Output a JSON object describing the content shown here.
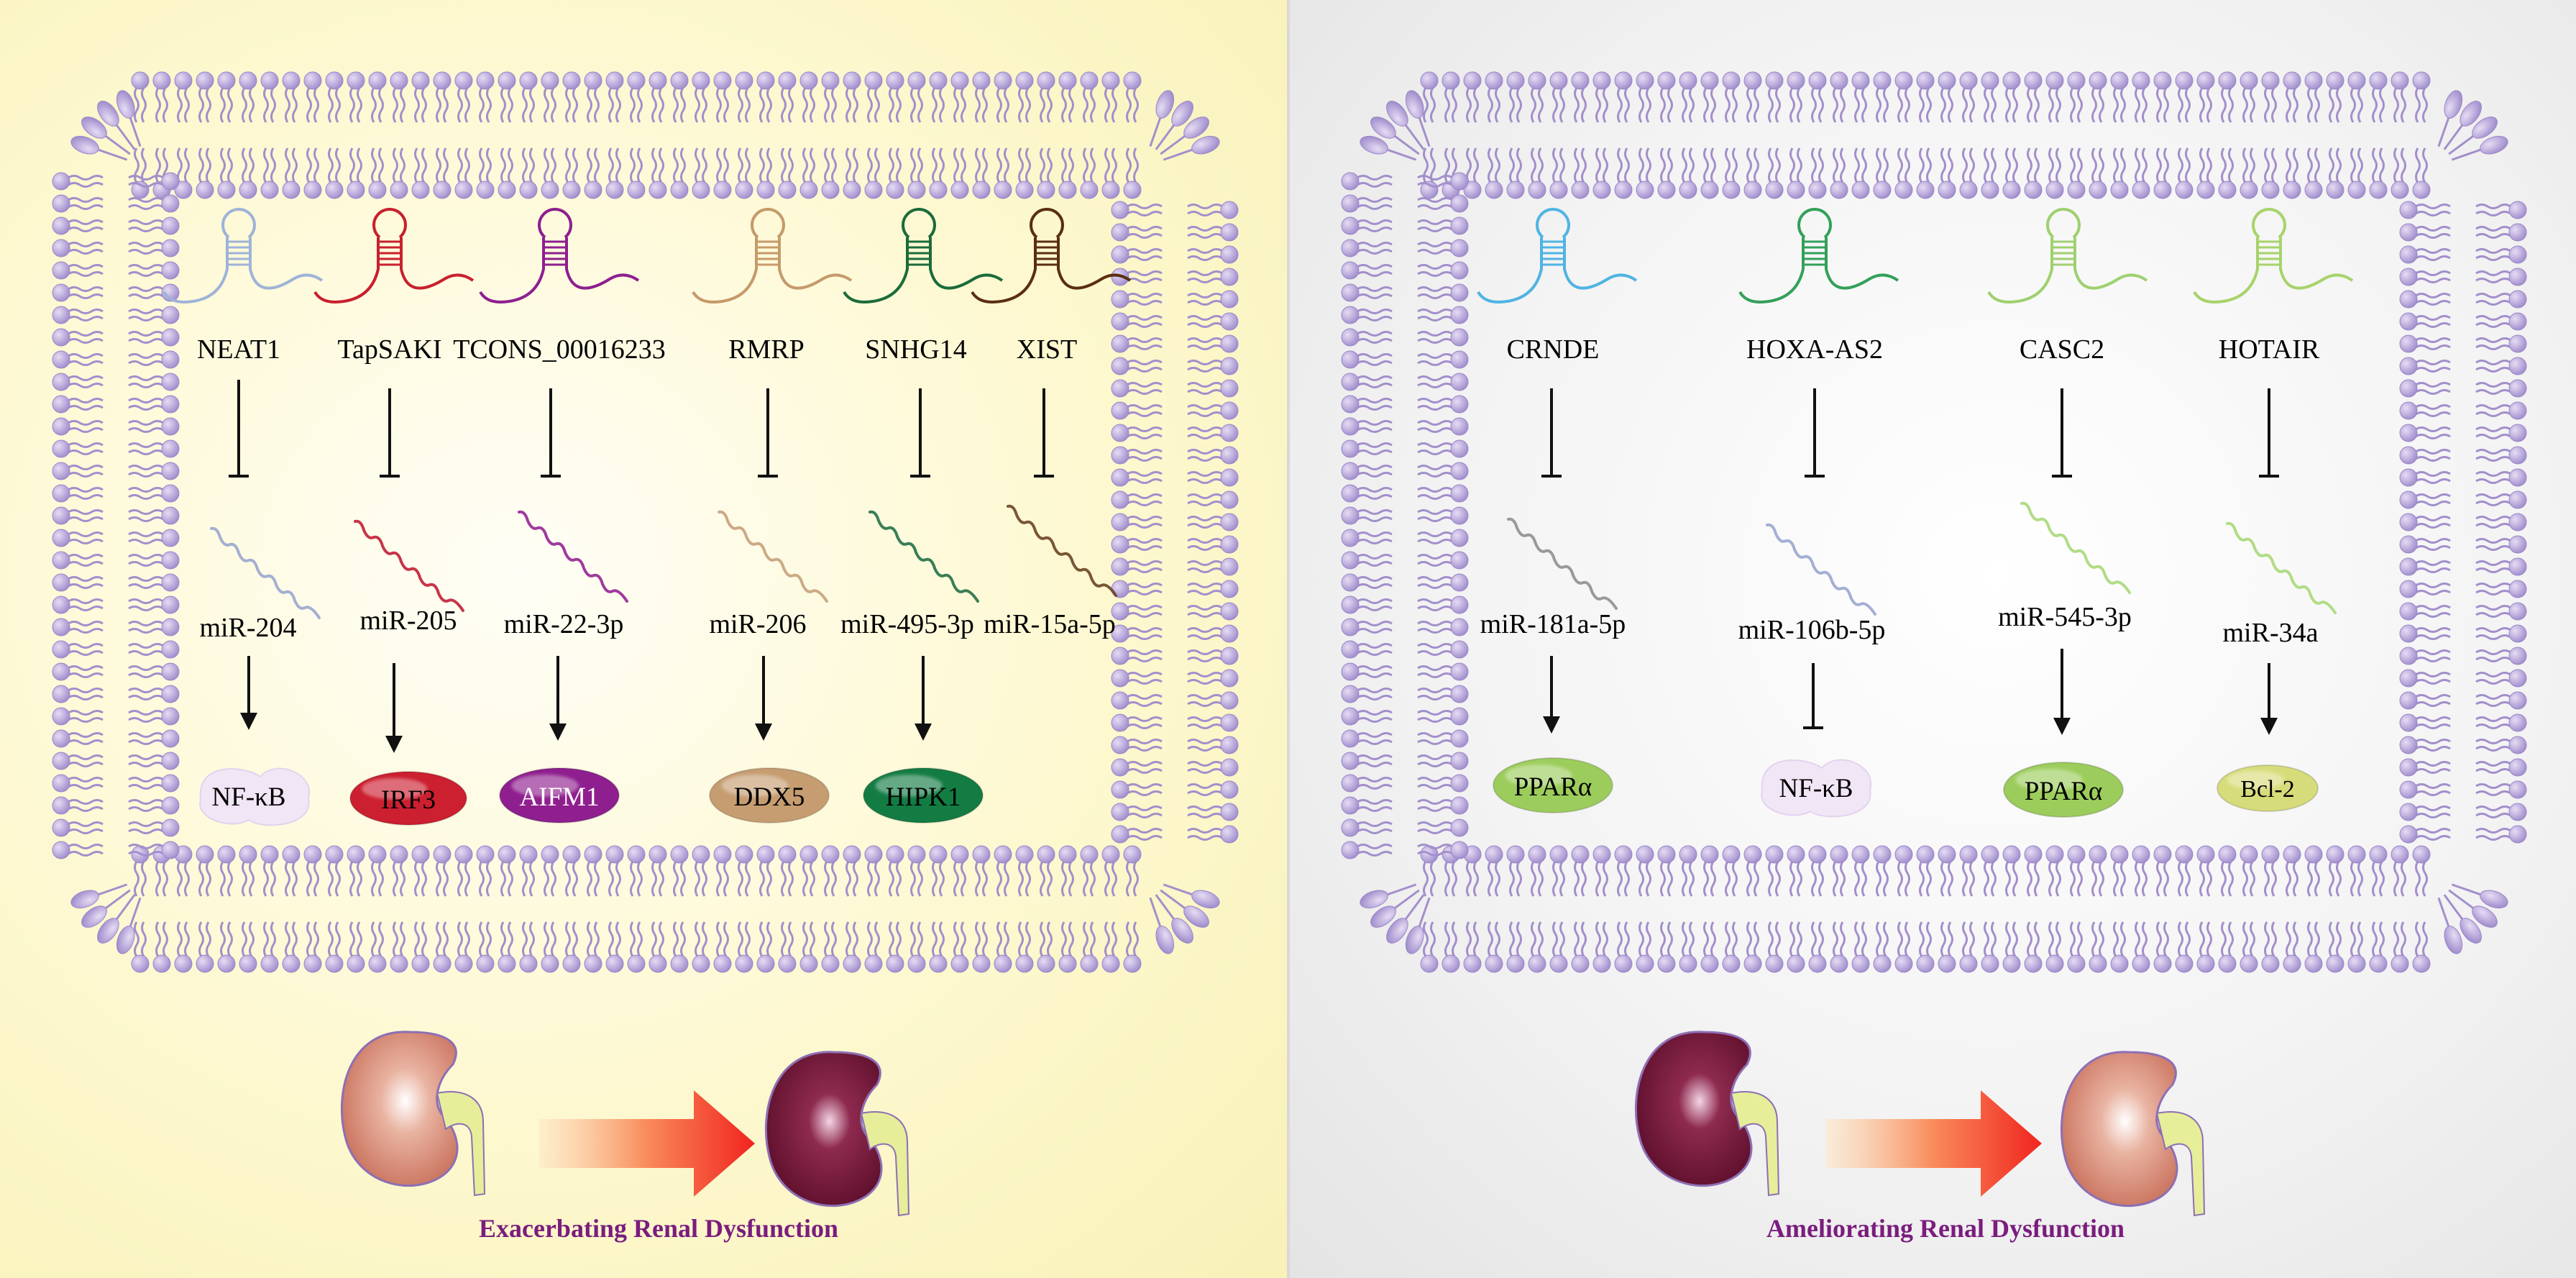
{
  "panels": [
    {
      "id": "left",
      "caption": "Exacerbating Renal Dysfunction",
      "pathways": [
        {
          "lncrna": "NEAT1",
          "lnc_color": "#9fb3d8",
          "mirna": "miR-204",
          "mi_color": "#9aa6cf",
          "target": "NF-κB",
          "target_fill": "#f1e6f6",
          "target_text": "#000000",
          "target_shape": "blob",
          "effect": "activate"
        },
        {
          "lncrna": "TapSAKI",
          "lnc_color": "#c8202e",
          "mirna": "miR-205",
          "mi_color": "#c01f35",
          "target": "IRF3",
          "target_fill": "#cc1f2f",
          "target_text": "#000000",
          "target_shape": "ellipse",
          "effect": "activate"
        },
        {
          "lncrna": "TCONS_00016233",
          "lnc_color": "#8d1f8f",
          "mirna": "miR-22-3p",
          "mi_color": "#962596",
          "target": "AIFM1",
          "target_fill": "#8f1f8e",
          "target_text": "#ffffff",
          "target_shape": "ellipse",
          "effect": "activate"
        },
        {
          "lncrna": "RMRP",
          "lnc_color": "#c59a6b",
          "mirna": "miR-206",
          "mi_color": "#c8a07a",
          "target": "DDX5",
          "target_fill": "#c69d71",
          "target_text": "#000000",
          "target_shape": "ellipse",
          "effect": "activate"
        },
        {
          "lncrna": "SNHG14",
          "lnc_color": "#1b6b3a",
          "mirna": "miR-495-3p",
          "mi_color": "#237048",
          "target": "HIPK1",
          "target_fill": "#137c43",
          "target_text": "#000000",
          "target_shape": "ellipse",
          "effect": "activate"
        },
        {
          "lncrna": "XIST",
          "lnc_color": "#5a2e12",
          "mirna": "miR-15a-5p",
          "mi_color": "#6a4423",
          "target": "",
          "target_fill": "",
          "target_text": "",
          "target_shape": "none",
          "effect": "none"
        }
      ]
    },
    {
      "id": "right",
      "caption": "Ameliorating Renal Dysfunction",
      "pathways": [
        {
          "lncrna": "CRNDE",
          "lnc_color": "#4fb4e3",
          "mirna": "miR-181a-5p",
          "mi_color": "#8f8f8f",
          "target": "PPARα",
          "target_fill": "#9ccd5c",
          "target_text": "#000000",
          "target_shape": "ellipse",
          "effect": "activate"
        },
        {
          "lncrna": "HOXA-AS2",
          "lnc_color": "#33a05a",
          "mirna": "miR-106b-5p",
          "mi_color": "#9aa6cf",
          "target": "NF-κB",
          "target_fill": "#f1e6f6",
          "target_text": "#000000",
          "target_shape": "blob",
          "effect": "inhibit"
        },
        {
          "lncrna": "CASC2",
          "lnc_color": "#9fd070",
          "mirna": "miR-545-3p",
          "mi_color": "#a9d878",
          "target": "PPARα",
          "target_fill": "#9ccd5c",
          "target_text": "#000000",
          "target_shape": "ellipse",
          "effect": "activate"
        },
        {
          "lncrna": "HOTAIR",
          "lnc_color": "#a7d36a",
          "mirna": "miR-34a",
          "mi_color": "#a9d878",
          "target": "Bcl-2",
          "target_fill": "#d7dc7a",
          "target_text": "#000000",
          "target_shape": "ellipse",
          "effect": "activate"
        }
      ]
    }
  ],
  "colors": {
    "membrane_head": "#b4a0d6",
    "membrane_tail": "#a38fcb",
    "caption": "#7a1d7e",
    "kidney_healthy": "#d58f78",
    "kidney_damaged": "#7a1838",
    "ureter": "#e6ee9a",
    "arrow_big": "#f2332a",
    "line": "#111111"
  }
}
